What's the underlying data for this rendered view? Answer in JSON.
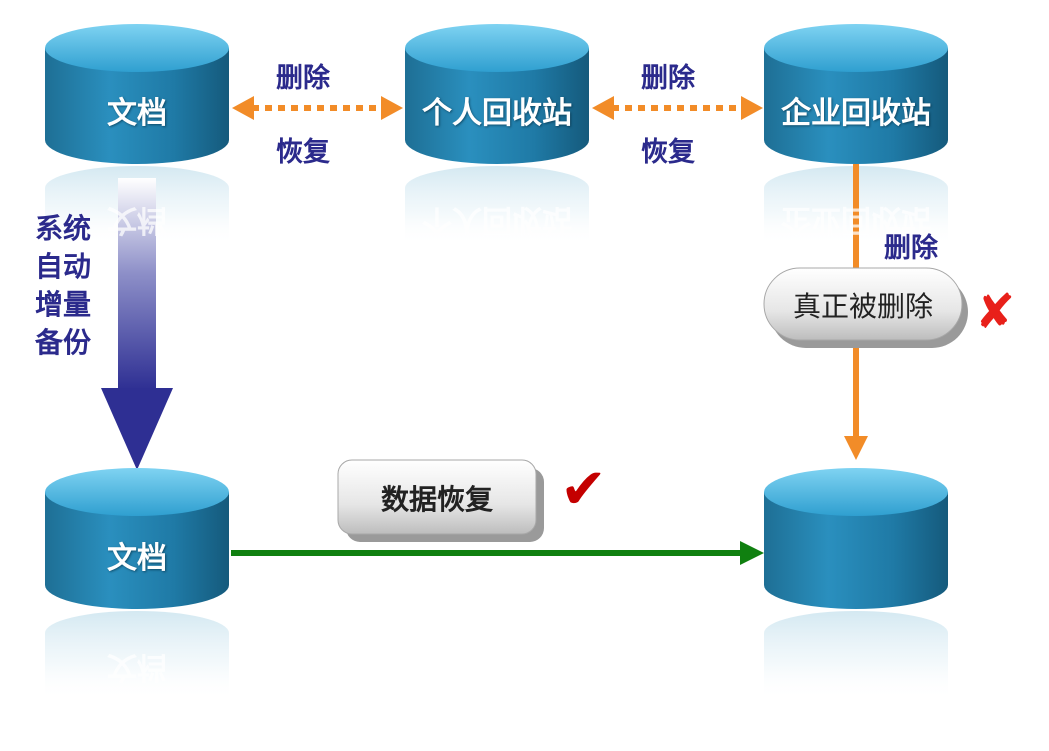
{
  "nodes": {
    "doc_top": "文档",
    "personal_bin": "个人回收站",
    "enterprise_bin": "企业回收站",
    "doc_bottom": "文档"
  },
  "edges": {
    "doc_personal_top": "删除",
    "doc_personal_bottom": "恢复",
    "personal_enterprise_top": "删除",
    "personal_enterprise_bottom": "恢复",
    "enterprise_delete": "删除",
    "backup_lines": [
      "系统",
      "自动",
      "增量",
      "备份"
    ]
  },
  "callouts": {
    "true_delete": "真正被删除",
    "data_restore": "数据恢复"
  },
  "marks": {
    "cross": "✘",
    "check": "✔"
  },
  "colors": {
    "cylinder": "#1f7fae",
    "label_blue": "#2b2a8c",
    "orange": "#f28c28",
    "green": "#108010",
    "backup_arrow": "#2e2f93",
    "cross": "#e8201a",
    "check": "#c40000"
  }
}
